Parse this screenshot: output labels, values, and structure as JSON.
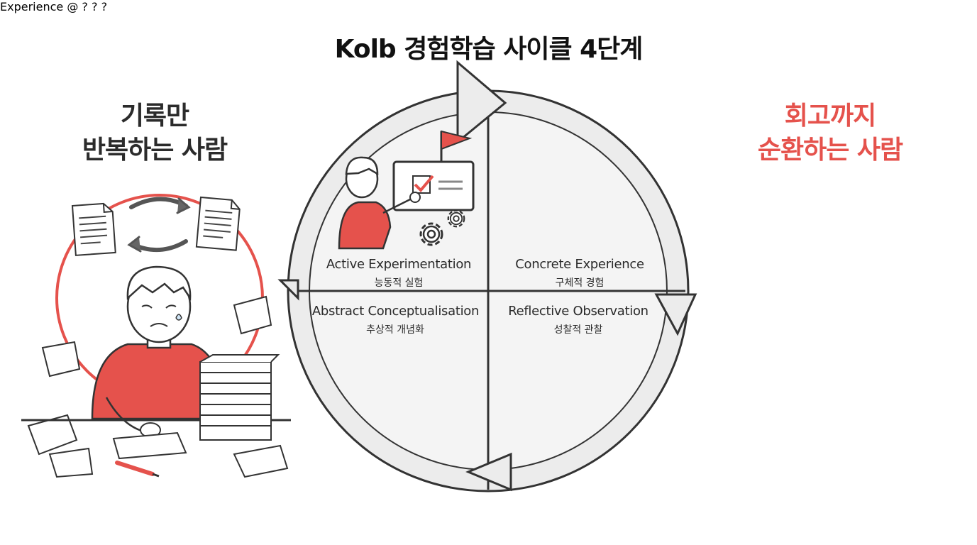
{
  "title": "Kolb 경험학습 사이클 4단계",
  "left_panel": {
    "line1": "기록만",
    "line2": "반복하는 사람"
  },
  "right_panel": {
    "line1": "회고까지",
    "line2": "순환하는 사람"
  },
  "quadrants": [
    {
      "en": "Active Experimentation",
      "ko": "능동적 실험"
    },
    {
      "en": "Concrete Experience",
      "ko": "구체적 경험"
    },
    {
      "en": "Abstract Conceptualisation",
      "ko": "추상적 개념화"
    },
    {
      "en": "Reflective Observation",
      "ko": "성찰적 관찰"
    }
  ],
  "notebook_label": "Experience",
  "icons": [
    "document-icon",
    "swap-arrows-icon",
    "flag-icon",
    "checkbox-icon",
    "gear-icon",
    "sticky-note-icon",
    "notebook-icon",
    "pen-icon",
    "chart-icon",
    "cube-icon",
    "lightbulb-icon",
    "pie-chart-icon",
    "checklist-icon",
    "magnifier-icon",
    "thought-bubble-icon",
    "check-badge-icon",
    "thumbs-up-icon",
    "tablet-icon"
  ],
  "colors": {
    "accent": "#e5524c",
    "ink": "#2b2b2b",
    "cycle_fill": "#ececec"
  }
}
